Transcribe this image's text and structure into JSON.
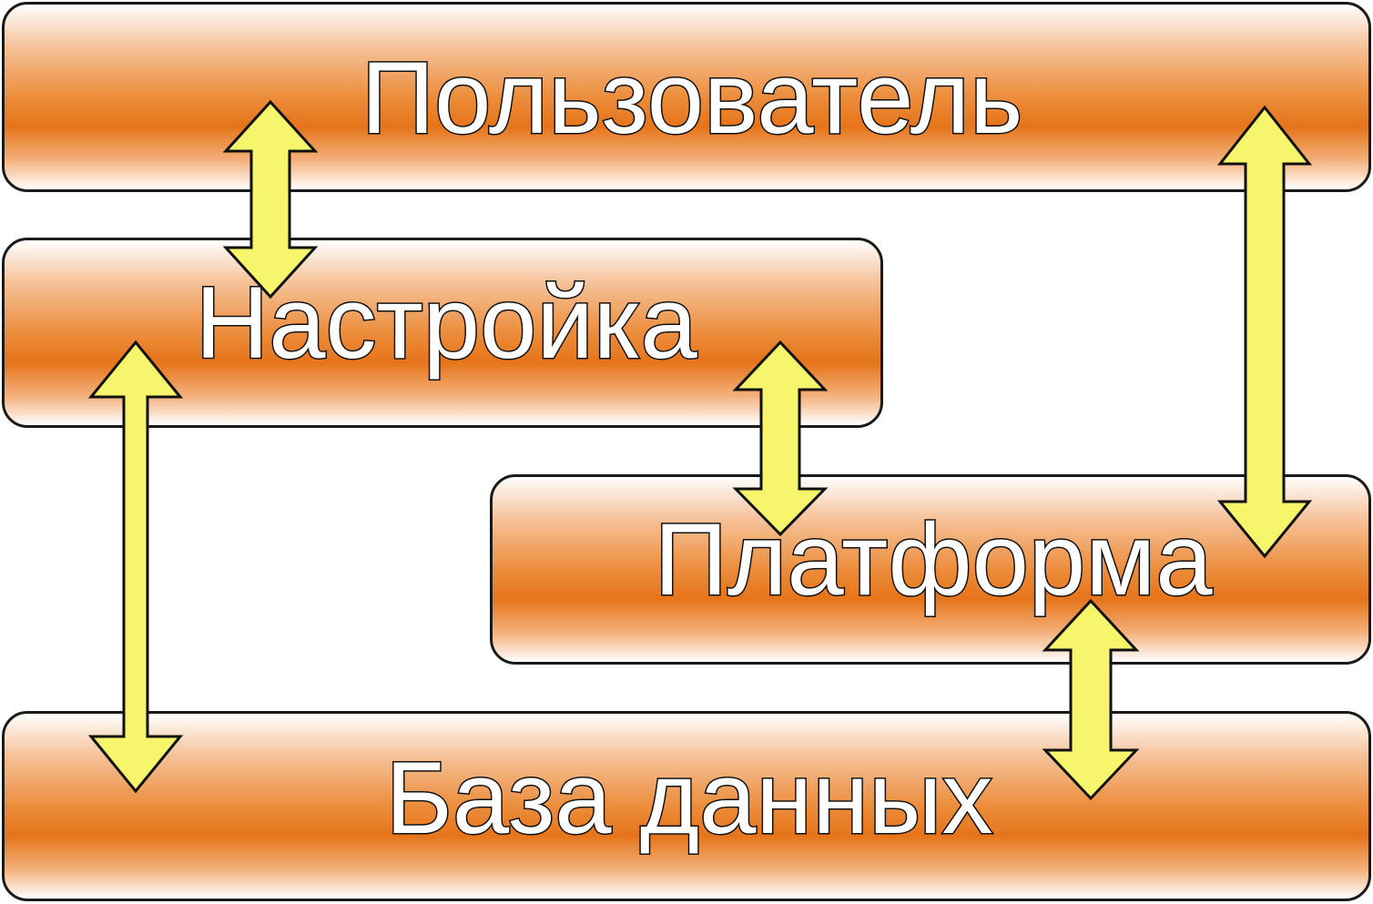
{
  "layers": {
    "user": "Пользователь",
    "settings": "Настройка",
    "platform": "Платформа",
    "database": "База данных"
  },
  "colors": {
    "layer_fill": "#e6741a",
    "arrow_fill": "#f7f56b",
    "outline": "#111111"
  }
}
